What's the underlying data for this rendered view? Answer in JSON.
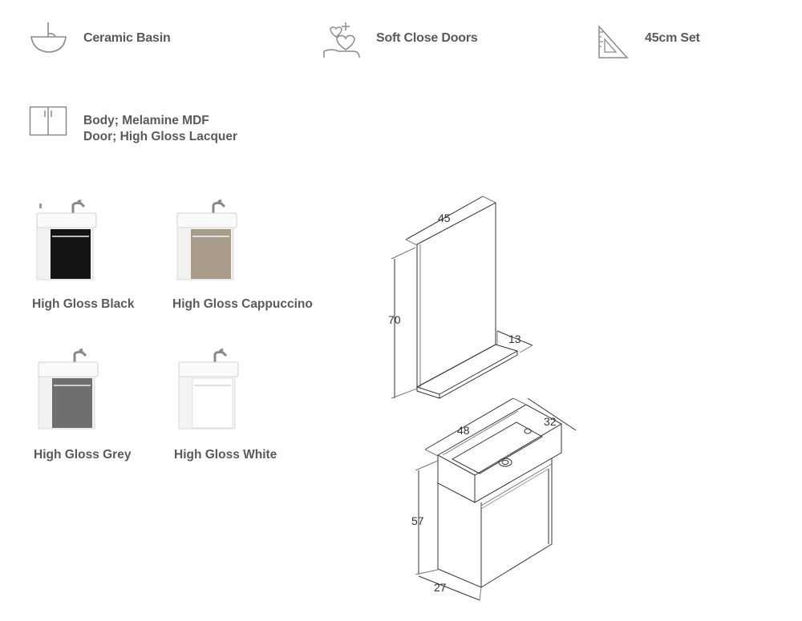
{
  "features": [
    {
      "icon": "basin-icon",
      "label": "Ceramic Basin"
    },
    {
      "icon": "soft-close-icon",
      "label": "Soft Close Doors"
    },
    {
      "icon": "set-square-icon",
      "label": "45cm Set"
    }
  ],
  "materials": {
    "icon": "cabinet-doors-icon",
    "body": "Body; Melamine MDF",
    "door": "Door; High Gloss Lacquer"
  },
  "colors": [
    {
      "label": "High Gloss Black",
      "door_color": "#141414"
    },
    {
      "label": "High Gloss Cappuccino",
      "door_color": "#a99b8a"
    },
    {
      "label": "High Gloss Grey",
      "door_color": "#6d6f71"
    },
    {
      "label": "High Gloss White",
      "door_color": "#ffffff"
    }
  ],
  "dimensions": {
    "mirror_width": "45",
    "mirror_height": "70",
    "shelf_depth": "13",
    "basin_width": "48",
    "basin_depth": "32",
    "cabinet_height": "57",
    "cabinet_depth": "27"
  }
}
